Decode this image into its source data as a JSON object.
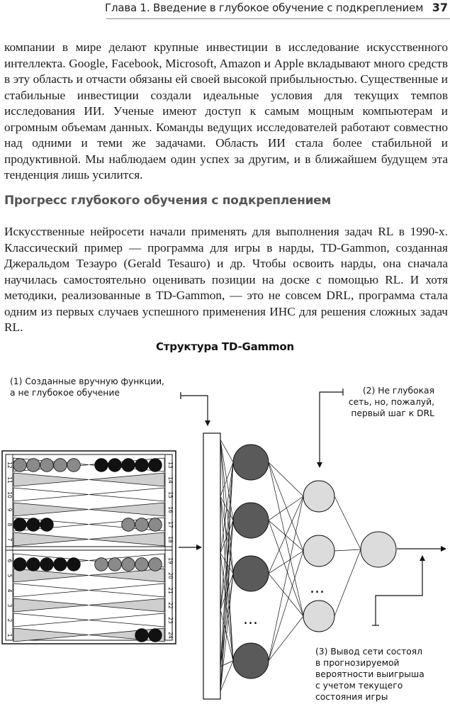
{
  "header": {
    "title": "Глава 1. Введение в глубокое обучение с подкреплением",
    "page_number": "37"
  },
  "paragraph_1": "компании в мире делают крупные инвестиции в исследование искусственного интеллекта. Google, Facebook, Microsoft, Amazon и Apple вкладывают много средств в эту область и отчасти обязаны ей своей высокой прибыльностью. Существенные и стабильные инвестиции создали идеальные условия для текущих темпов исследования ИИ. Ученые имеют доступ к самым мощным компьютерам и огромным объемам данных. Команды ведущих исследователей работают совместно над одними и теми же задачами. Область ИИ стала более стабильной и продуктивной. Мы наблюдаем один успех за другим, и в ближайшем будущем эта тенденция лишь усилится.",
  "section_heading": "Прогресс глубокого обучения с подкреплением",
  "paragraph_2": "Искусственные нейросети начали применять для выполнения задач RL в 1990-х. Классический пример — программа для игры в нарды, TD-Gammon, созданная Джеральдом Тезауро (Gerald Tesauro) и др. Чтобы освоить нарды, она сначала научилась самостоятельно оценивать позиции на доске с помощью RL. И хотя методики, реализованные в TD-Gammon, — это не совсем DRL, программа стала одним из первых случаев успешного применения ИНС для решения сложных задач RL.",
  "figure": {
    "title": "Структура TD-Gammon",
    "annotation_1": [
      "(1) Созданные вручную функции,",
      "а не глубокое обучение"
    ],
    "annotation_2": [
      "(2) Не глубокая",
      "сеть, но, пожалуй,",
      "первый шаг к DRL"
    ],
    "annotation_3": [
      "(3) Вывод сети состоял",
      "в прогнозируемой",
      "вероятности выигрыша",
      "с учетом текущего",
      "состояния игры"
    ],
    "ellipsis": "...",
    "board_numbers_left_top": [
      "12",
      "11",
      "10",
      "9",
      "8",
      "7"
    ],
    "board_numbers_right_top": [
      "13",
      "14",
      "15",
      "16",
      "17",
      "18"
    ],
    "board_numbers_left_bottom": [
      "6",
      "5",
      "4",
      "3",
      "2",
      "1"
    ],
    "board_numbers_right_bottom": [
      "19",
      "20",
      "21",
      "22",
      "23",
      "24"
    ]
  },
  "colors": {
    "dark_node": "#5a5a5a",
    "light_node": "#dcdcdc",
    "black_checker": "#111111",
    "grey_checker": "#8a8a8a",
    "triangle_fill": "#cfcfcf"
  }
}
